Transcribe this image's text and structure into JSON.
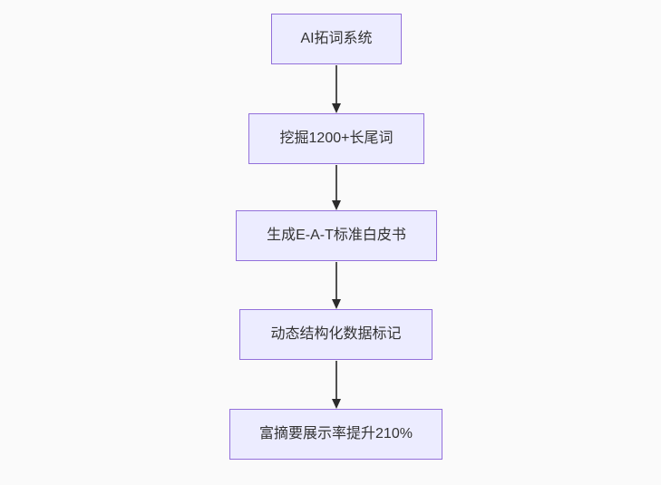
{
  "diagram": {
    "type": "flowchart",
    "direction": "top-down",
    "nodes": [
      {
        "id": "n1",
        "label": "AI拓词系统"
      },
      {
        "id": "n2",
        "label": "挖掘1200+长尾词"
      },
      {
        "id": "n3",
        "label": "生成E-A-T标准白皮书"
      },
      {
        "id": "n4",
        "label": "动态结构化数据标记"
      },
      {
        "id": "n5",
        "label": "富摘要展示率提升210%"
      }
    ],
    "edges": [
      {
        "from": "n1",
        "to": "n2"
      },
      {
        "from": "n2",
        "to": "n3"
      },
      {
        "from": "n3",
        "to": "n4"
      },
      {
        "from": "n4",
        "to": "n5"
      }
    ],
    "colors": {
      "node_fill": "#ECECFF",
      "node_border": "#9370DB",
      "arrow": "#333333",
      "text": "#333333",
      "background": "#FAFAFA"
    }
  }
}
